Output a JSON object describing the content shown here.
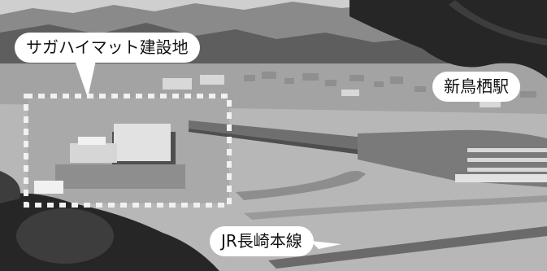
{
  "photo": {
    "style": "monochrome aerial photograph",
    "palette": {
      "sky": "#cfcfcf",
      "mountain_far": "#8a8a8a",
      "mountain_near": "#5e5e5e",
      "town": "#a3a3a3",
      "field": "#b7b7b7",
      "track": "#6f6f6f",
      "building": "#e2e2e2",
      "shadow": "#4f4f4f",
      "tree_dark": "#262626",
      "tree_mid": "#3d3d3d",
      "highlight": "#f1f1f1"
    }
  },
  "annotations": {
    "construction_site_label": "サガハイマット建設地",
    "station_label": "新鳥栖駅",
    "rail_line_label": "JR長崎本線"
  }
}
